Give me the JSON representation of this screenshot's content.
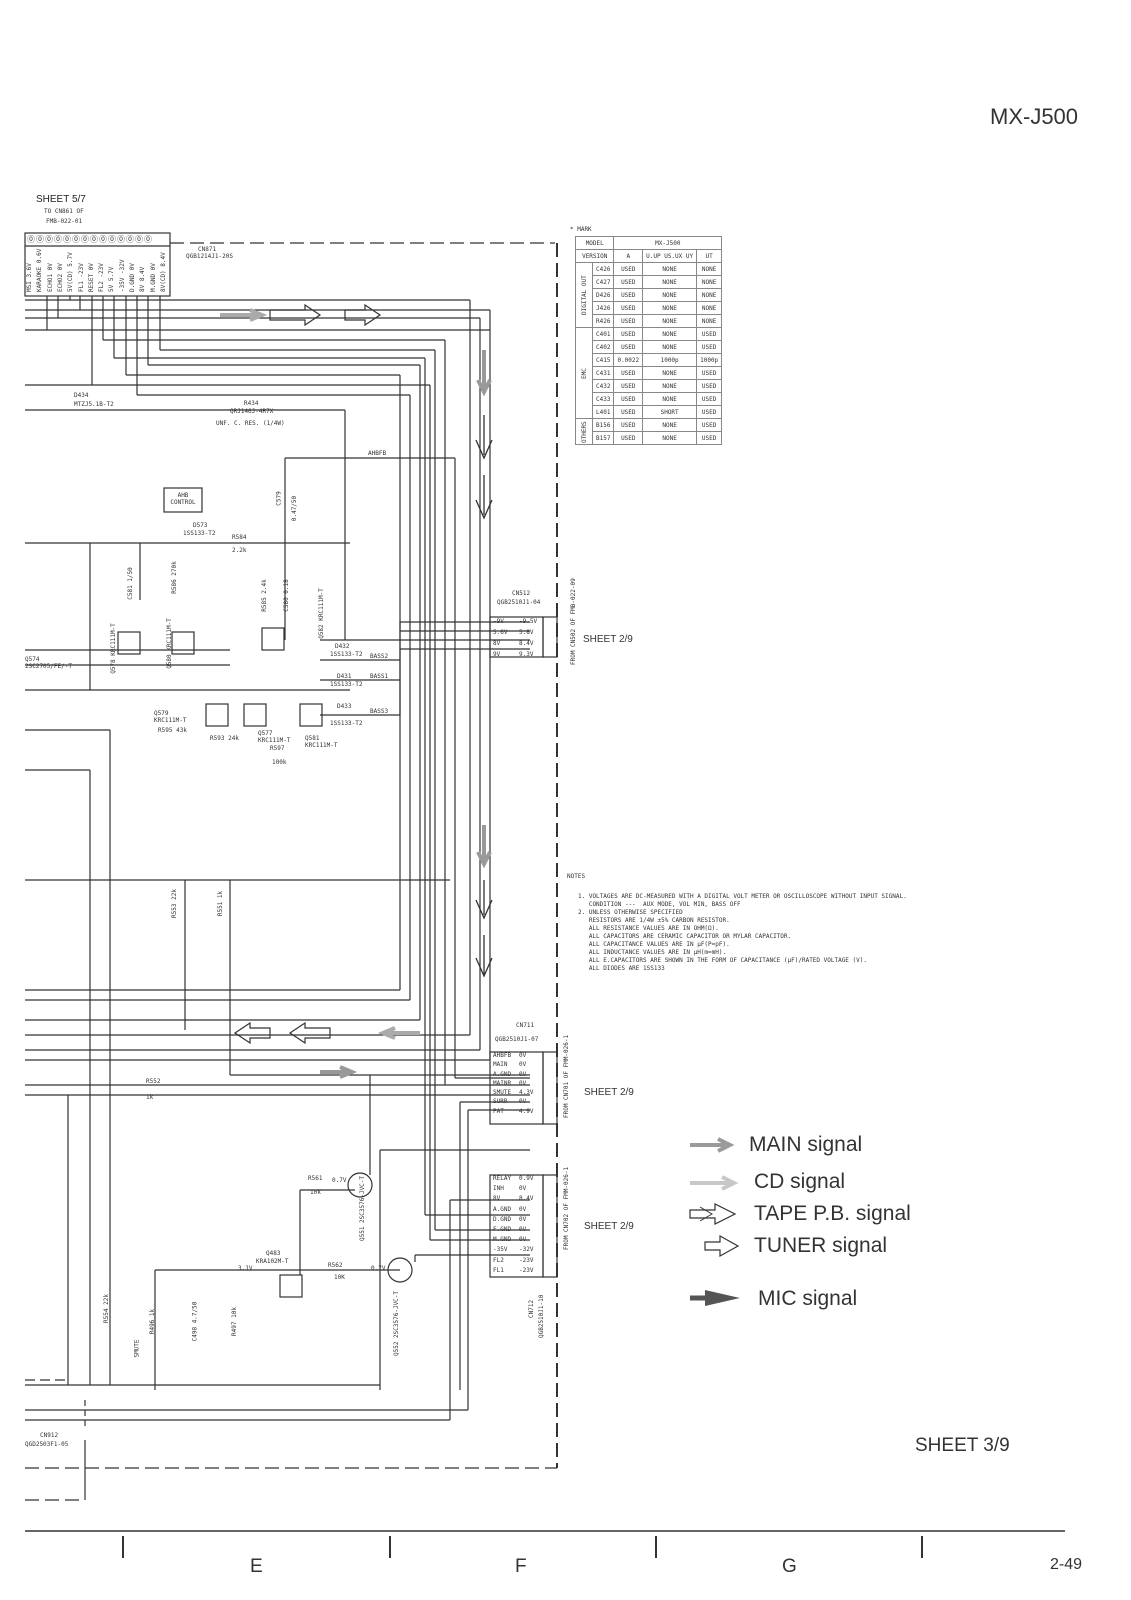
{
  "title": "MX-J500",
  "sheet_main": "SHEET 3/9",
  "page_number": "2-49",
  "grid_letters": [
    "E",
    "F",
    "G"
  ],
  "source_sheet": {
    "label": "SHEET 5/7",
    "line1": "TO CN861 OF",
    "line2": "FMB-022-01",
    "pins": [
      "MSI 3.6V",
      "KARAOKE 0.6V",
      "ECHO1 0V",
      "ECHO2 0V",
      "5V(CD) 5.7V",
      "FL1 -23V",
      "RESET 0V",
      "FL2 -23V",
      "5V 5.7V",
      "-35V -32V",
      "D.GND 0V",
      "8V 8.4V",
      "M.GND 0V",
      "8V(CD) 8.4V"
    ]
  },
  "connectors": {
    "cn871": {
      "name": "CN871",
      "part": "QGB1214J1-20S"
    },
    "cn512": {
      "name": "CN512",
      "part": "QGB2510J1-04",
      "rows": [
        [
          "-9V",
          "-9.5V"
        ],
        [
          "5.6V",
          "5.8V"
        ],
        [
          "8V",
          "8.4V"
        ],
        [
          "9V",
          "9.3V"
        ]
      ],
      "from": "FROM CN502 OF FMB-022-09",
      "sheet": "SHEET 2/9"
    },
    "cn711": {
      "name": "CN711",
      "part": "QGB2510J1-07",
      "rows": [
        [
          "AHBFB",
          "0V"
        ],
        [
          "MAIN",
          "0V"
        ],
        [
          "A.GND",
          "0V"
        ],
        [
          "MAINR",
          "0V"
        ],
        [
          "SMUTE",
          "4.3V"
        ],
        [
          "SURR",
          "0V"
        ],
        [
          "PAT",
          "4.9V"
        ]
      ],
      "from": "FROM CN701 OF FMM-026-1",
      "sheet": "SHEET 2/9"
    },
    "cn712": {
      "name": "CN712",
      "part": "QGB2510J1-10",
      "rows": [
        [
          "RELAY",
          "0.9V"
        ],
        [
          "INH",
          "0V"
        ],
        [
          "8V",
          "8.4V"
        ],
        [
          "A.GND",
          "0V"
        ],
        [
          "D.GND",
          "0V"
        ],
        [
          "F.GND",
          "0V"
        ],
        [
          "M.GND",
          "0V"
        ],
        [
          "-35V",
          "-32V"
        ],
        [
          "FL2",
          "-23V"
        ],
        [
          "FL1",
          "-23V"
        ]
      ],
      "from": "FROM CN702 OF FMM-026-1",
      "sheet": "SHEET 2/9"
    },
    "cn912": {
      "name": "CN912",
      "part": "QGD2503F1-05"
    }
  },
  "components": {
    "d434": {
      "name": "D434",
      "part": "MTZJ5.1B-T2"
    },
    "r434": {
      "name": "R434",
      "part": "QRJ146J-4R7X",
      "note": "UNF. C. RES. (1/4W)"
    },
    "ahbfb": "AHBFB",
    "ahb_control": "AHB CONTROL",
    "d573": {
      "name": "D573",
      "part": "1SS133-T2"
    },
    "r584": {
      "name": "R584",
      "value": "2.2k"
    },
    "c579": {
      "name": "C579",
      "value": "0.47/50"
    },
    "c581": {
      "name": "C581",
      "value": "1/50"
    },
    "r586": {
      "name": "R586",
      "value": "270k"
    },
    "r585": {
      "name": "R585",
      "value": "2.4k"
    },
    "c580": {
      "name": "C580",
      "value": "0.18"
    },
    "q582": {
      "name": "Q582",
      "part": "KRC111M-T"
    },
    "q580": {
      "name": "Q580",
      "part": "KRC111M-T"
    },
    "q578": {
      "name": "Q578",
      "part": "KRC111M-T"
    },
    "q579": {
      "name": "Q579",
      "part": "KRC111M-T"
    },
    "q577": {
      "name": "Q577",
      "part": "KRC111M-T"
    },
    "q581": {
      "name": "Q581",
      "part": "KRC111M-T"
    },
    "q574": {
      "name": "Q574",
      "part": "2SC2705/FE/-T"
    },
    "d432": {
      "name": "D432",
      "part": "1SS133-T2"
    },
    "d431": {
      "name": "D431",
      "part": "1SS133-T2"
    },
    "d433": {
      "name": "D433",
      "part": "1SS133-T2"
    },
    "bass2": "BASS2",
    "bass1": "BASS1",
    "bass3": "BASS3",
    "r595": {
      "name": "R595",
      "value": "43k"
    },
    "r593": {
      "name": "R593",
      "value": "24k"
    },
    "r597": {
      "name": "R597",
      "value": "100k"
    },
    "r553": {
      "name": "R553",
      "value": "22k"
    },
    "r551": {
      "name": "R551",
      "value": "1k"
    },
    "r552": {
      "name": "R552",
      "value": "1k"
    },
    "r561": {
      "name": "R561",
      "value": "10k"
    },
    "r562": {
      "name": "R562",
      "value": "10K"
    },
    "q551": {
      "name": "Q551",
      "part": "2SC3576-JVC-T",
      "voltage": "0.7V"
    },
    "q552": {
      "name": "Q552",
      "part": "2SC3576-JVC-T",
      "voltage": "0.7V"
    },
    "q483": {
      "name": "Q483",
      "part": "KRA102M-T",
      "voltage": "3.1V"
    },
    "r554": {
      "name": "R554",
      "value": "22k"
    },
    "r496": {
      "name": "R496",
      "value": "1k"
    },
    "c498": {
      "name": "C498",
      "value": "4.7/50"
    },
    "r497": {
      "name": "R497",
      "value": "10k"
    },
    "smute": "SMUTE"
  },
  "mark_table": {
    "header": "* MARK",
    "col_model": "MODEL",
    "model": "MX-J500",
    "col_version": "VERSION",
    "versions": [
      "A",
      "U.UP US.UX UY",
      "UT"
    ],
    "groups": [
      {
        "name": "DIGITAL OUT",
        "rows": [
          [
            "C426",
            "USED",
            "NONE",
            "NONE"
          ],
          [
            "C427",
            "USED",
            "NONE",
            "NONE"
          ],
          [
            "D426",
            "USED",
            "NONE",
            "NONE"
          ],
          [
            "J426",
            "USED",
            "NONE",
            "NONE"
          ],
          [
            "R426",
            "USED",
            "NONE",
            "NONE"
          ]
        ]
      },
      {
        "name": "EMC",
        "rows": [
          [
            "C401",
            "USED",
            "NONE",
            "USED"
          ],
          [
            "C402",
            "USED",
            "NONE",
            "USED"
          ],
          [
            "C415",
            "0.0022",
            "1000p",
            "1000p"
          ],
          [
            "C431",
            "USED",
            "NONE",
            "USED"
          ],
          [
            "C432",
            "USED",
            "NONE",
            "USED"
          ],
          [
            "C433",
            "USED",
            "NONE",
            "USED"
          ],
          [
            "L401",
            "USED",
            "SHORT",
            "USED"
          ]
        ]
      },
      {
        "name": "OTHERS",
        "rows": [
          [
            "B156",
            "USED",
            "NONE",
            "USED"
          ],
          [
            "B157",
            "USED",
            "NONE",
            "USED"
          ]
        ]
      }
    ]
  },
  "notes": {
    "heading": "NOTES",
    "lines": [
      "1. VOLTAGES ARE DC-MEASURED WITH A DIGITAL VOLT METER OR OSCILLOSCOPE WITHOUT INPUT SIGNAL.",
      "   CONDITION ---  AUX MODE, VOL MIN, BASS OFF",
      "2. UNLESS OTHERWISE SPECIFIED",
      "   RESISTORS ARE 1/4W ±5% CARBON RESISTOR.",
      "   ALL RESISTANCE VALUES ARE IN OHM(Ω).",
      "   ALL CAPACITORS ARE CERAMIC CAPACITOR OR MYLAR CAPACITOR.",
      "   ALL CAPACITANCE VALUES ARE IN μF(P=pF).",
      "   ALL INDUCTANCE VALUES ARE IN μH(m=mH).",
      "   ALL E.CAPACITORS ARE SHOWN IN THE FORM OF CAPACITANCE (μF)/RATED VOLTAGE (V).",
      "   ALL DIODES ARE 1SS133"
    ]
  },
  "legend": [
    {
      "label": "MAIN signal",
      "icon": "main-signal-arrow"
    },
    {
      "label": "CD signal",
      "icon": "cd-signal-arrow"
    },
    {
      "label": "TAPE P.B. signal",
      "icon": "tape-signal-arrow"
    },
    {
      "label": "TUNER signal",
      "icon": "tuner-signal-arrow"
    },
    {
      "label": "MIC signal",
      "icon": "mic-signal-arrow"
    }
  ],
  "colors": {
    "line": "#333333",
    "main_arrow": "#9a9a9a",
    "cd_arrow": "#c8c8c8",
    "mic_arrow": "#555555"
  }
}
